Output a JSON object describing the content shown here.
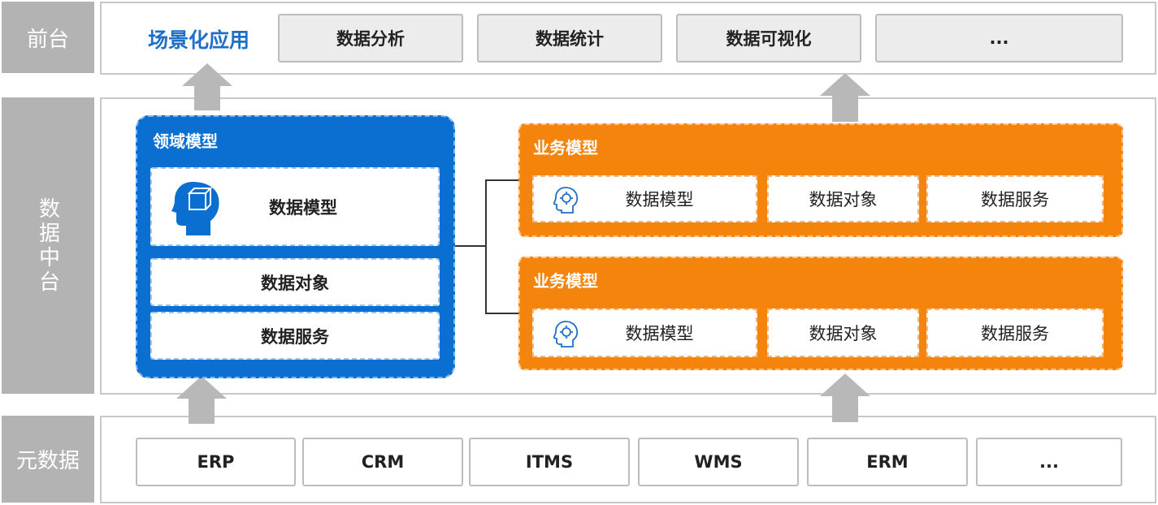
{
  "layers": {
    "front": "前台",
    "middle": "数据中台",
    "meta": "元数据"
  },
  "front": {
    "scene_title": "场景化应用",
    "apps": [
      "数据分析",
      "数据统计",
      "数据可视化",
      "..."
    ]
  },
  "domain_model": {
    "title": "领域模型",
    "data_model": "数据模型",
    "data_object": "数据对象",
    "data_service": "数据服务"
  },
  "business_models": [
    {
      "title": "业务模型",
      "data_model": "数据模型",
      "data_object": "数据对象",
      "data_service": "数据服务"
    },
    {
      "title": "业务模型",
      "data_model": "数据模型",
      "data_object": "数据对象",
      "data_service": "数据服务"
    }
  ],
  "meta": {
    "sources": [
      "ERP",
      "CRM",
      "ITMS",
      "WMS",
      "ERM",
      "..."
    ]
  },
  "colors": {
    "domain_blue": "#0a6fd1",
    "business_orange": "#f5840c",
    "scene_title_blue": "#1f6fc8",
    "layer_grey": "#b3b3b3"
  }
}
